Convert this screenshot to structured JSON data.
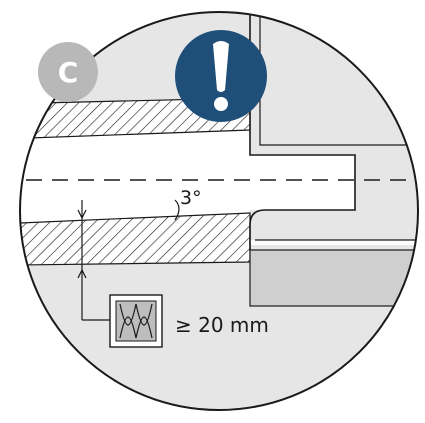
{
  "step_badge": {
    "letter": "C",
    "color": "#b8b8b8"
  },
  "warning_badge": {
    "symbol": "!",
    "color": "#1f4e79"
  },
  "angle_label": "3°",
  "insulation": {
    "label": "≥ 20 mm",
    "icon": "insulation-icon"
  },
  "colors": {
    "wall_fill": "#ffffff",
    "background_grey": "#e6e6e6",
    "dark_grey": "#cfcfcf",
    "outline": "#1a1a1a"
  }
}
